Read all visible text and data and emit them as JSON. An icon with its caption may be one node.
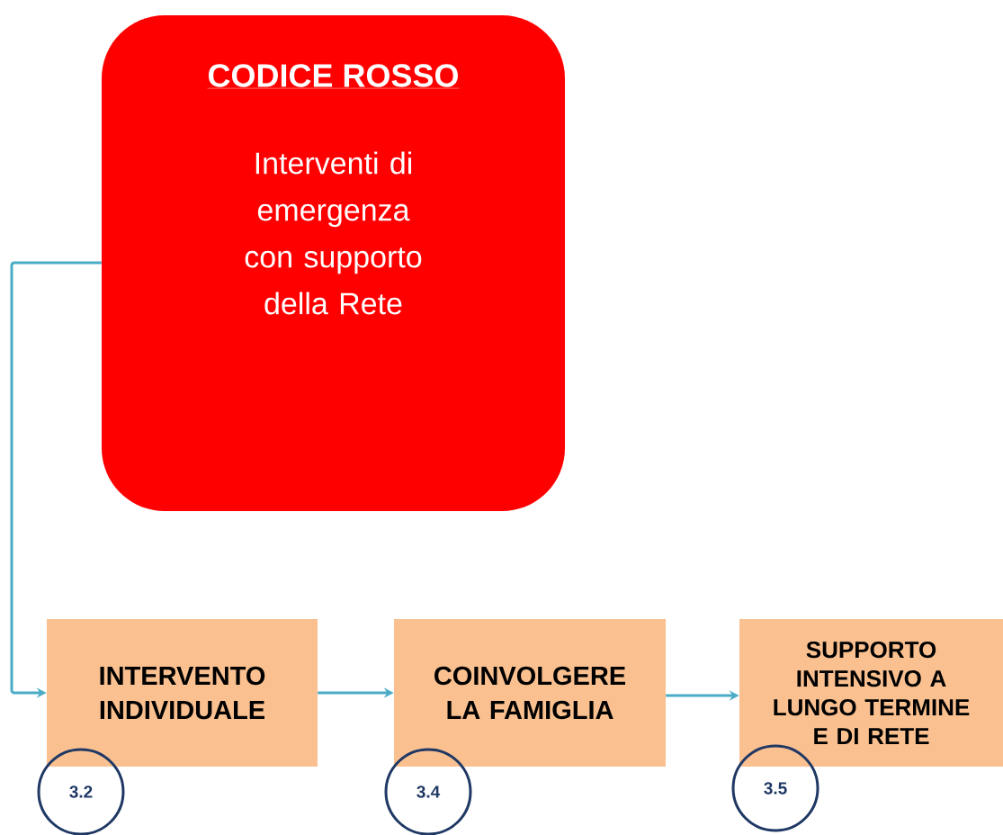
{
  "diagram": {
    "nodes": [
      {
        "text": [
          "CODICE ROSSO",
          "Interventi di emergenza con supporto della Rete"
        ]
      },
      {
        "text": [
          "INTERVENTO INDIVIDUALE"
        ]
      },
      {
        "text": [
          "COINVOLGERE LA FAMIGLIA"
        ]
      },
      {
        "text": [
          "SUPPORTO INTENSIVO A LUNGO TERMINE E DI RETE"
        ]
      },
      {
        "text": [
          "3.2"
        ]
      },
      {
        "text": [
          "3.4"
        ]
      },
      {
        "text": [
          "3.5"
        ]
      }
    ],
    "edges": [
      {
        "from": 0,
        "to": 1,
        "arrow": "to"
      },
      {
        "from": 1,
        "to": 2,
        "arrow": "to"
      },
      {
        "from": 2,
        "to": 3,
        "arrow": "to"
      }
    ]
  }
}
